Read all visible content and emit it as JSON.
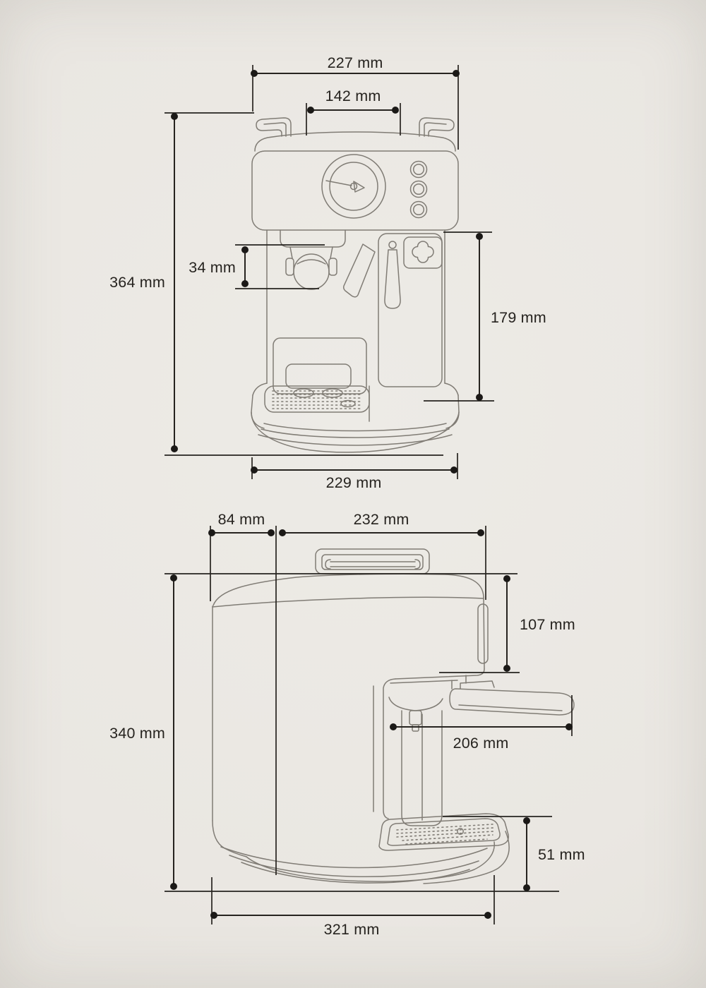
{
  "colors": {
    "background": "#eae7e2",
    "line_art": "#807c75",
    "dimension": "#26231f"
  },
  "front_view": {
    "dims": {
      "top_width": "227 mm",
      "rails_width": "142 mm",
      "overall_height": "364 mm",
      "portafilter_height": "34 mm",
      "side_height": "179 mm",
      "base_width": "229 mm"
    }
  },
  "side_view": {
    "dims": {
      "front_depth": "84 mm",
      "body_depth": "232 mm",
      "head_height": "107 mm",
      "overall_height": "340 mm",
      "handle_depth": "206 mm",
      "base_height": "51 mm",
      "base_depth": "321 mm"
    }
  }
}
